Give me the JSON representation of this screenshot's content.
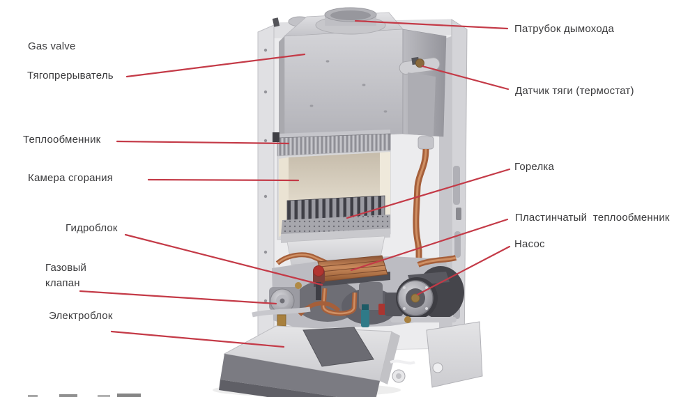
{
  "diagram": {
    "accent_color": "#c43a47",
    "label_color": "#3b3b3d",
    "subject": "Газовый котёл в разрезе (схема устройства)",
    "labels": {
      "gas_valve_en": "Gas valve",
      "draft_interrupter": "Тягопрерыватель",
      "heat_exchanger": "Теплообменник",
      "combustion_chamber": "Камера сгорания",
      "hydro_block": "Гидроблок",
      "gas_valve": "Газовый\nклапан",
      "electric_block": "Электроблок",
      "flue_pipe": "Патрубок дымохода",
      "draft_sensor": "Датчик тяги (термостат)",
      "burner": "Горелка",
      "plate_heat_exchanger": "Пластинчатый  теплообменник",
      "pump": "Насос"
    }
  }
}
